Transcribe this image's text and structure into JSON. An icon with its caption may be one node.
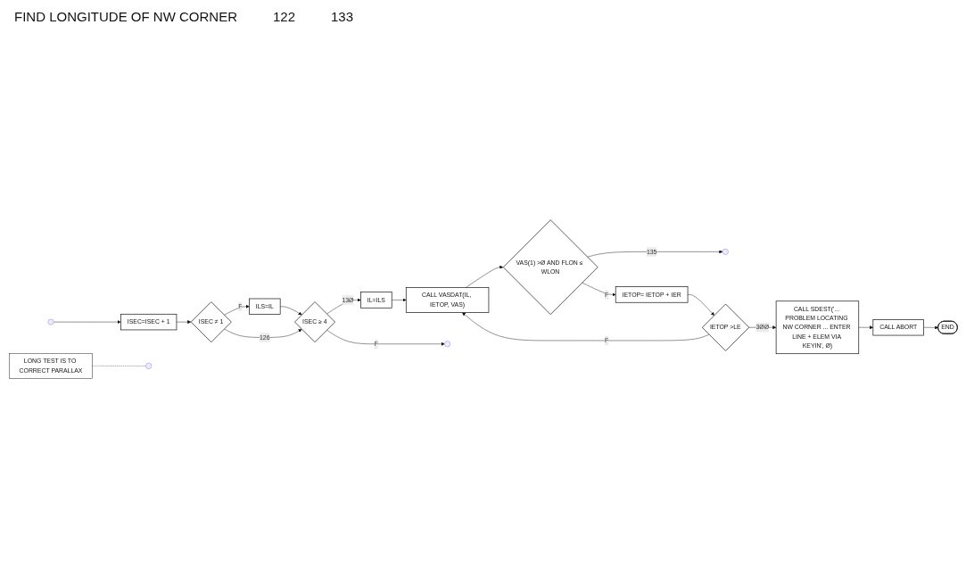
{
  "diagram": {
    "nodes": [
      {
        "text": [
          "ISEC=ISEC + 1"
        ]
      },
      {
        "text": [
          "ISEC ≠ 1"
        ]
      },
      {
        "text": [
          "ILS=IL"
        ]
      },
      {
        "text": [
          "ISEC ≥ 4"
        ]
      },
      {
        "text": [
          "IL=ILS"
        ]
      },
      {
        "text": [
          "CALL VASDAT(IL, IETOP, VAS)"
        ]
      },
      {
        "text": [
          "VAS(1) >Ø AND FLON ≤ WLON"
        ]
      },
      {
        "text": [
          "LONG TEST IS TO CORRECT PARALLAX"
        ]
      },
      {
        "text": [
          "IETOP= IETOP + IER"
        ]
      },
      {
        "text": [
          "IETOP >LE"
        ]
      },
      {
        "text": [
          "CALL SDEST('... PROBLEM LOCATING NW CORNER ... ENTER LINE + ELEM VIA KEYIN', Ø)"
        ]
      },
      {
        "text": [
          "CALL ABORT"
        ]
      },
      {
        "text": [
          "END"
        ]
      }
    ],
    "edges": [
      {
        "from": null,
        "to": 0,
        "arrow": "to"
      },
      {
        "from": 0,
        "to": 1,
        "arrow": "to"
      },
      {
        "from": 1,
        "to": 2,
        "arrow": "to",
        "label": "F"
      },
      {
        "from": 1,
        "to": 3,
        "arrow": "to",
        "label": "126"
      },
      {
        "from": 2,
        "to": 3,
        "arrow": "to"
      },
      {
        "from": 3,
        "to": 4,
        "arrow": "to",
        "label": "13Ø"
      },
      {
        "from": 3,
        "to": null,
        "arrow": "to",
        "label": "F"
      },
      {
        "from": 4,
        "to": 5,
        "arrow": "to"
      },
      {
        "from": 5,
        "to": 6,
        "arrow": "to"
      },
      {
        "from": 6,
        "to": null,
        "arrow": "to",
        "label": "135"
      },
      {
        "from": 6,
        "to": 8,
        "arrow": "to",
        "label": "F"
      },
      {
        "from": 7,
        "to": null,
        "arrow": "none",
        "style": "dashed"
      },
      {
        "from": 8,
        "to": 9,
        "arrow": "to"
      },
      {
        "from": 9,
        "to": 10,
        "arrow": "to",
        "label": "3ØØ"
      },
      {
        "from": 9,
        "to": 5,
        "arrow": "to",
        "label": "F"
      },
      {
        "from": 10,
        "to": 11,
        "arrow": "to"
      },
      {
        "from": 11,
        "to": 12,
        "arrow": "to"
      }
    ],
    "labels": [
      "FIND LONGITUDE OF NW CORNER",
      "122",
      "133"
    ]
  }
}
